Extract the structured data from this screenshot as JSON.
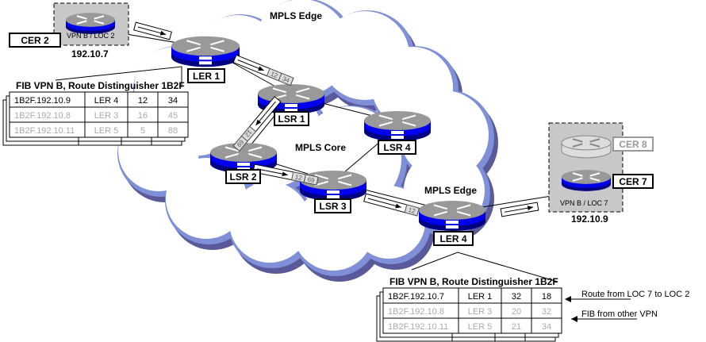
{
  "regions": {
    "edge_top": "MPLS Edge",
    "core": "MPLS Core",
    "edge_right": "MPLS Edge"
  },
  "sites": {
    "left": {
      "label": "VPN B / LOC 2",
      "address": "192.10.7",
      "router": "CER 2"
    },
    "right": {
      "label": "VPN B / LOC 7",
      "address": "192.10.9",
      "router": "CER 7",
      "other_router": "CER 8"
    }
  },
  "routers": {
    "ler1": "LER 1",
    "lsr1": "LSR 1",
    "lsr2": "LSR 2",
    "lsr3": "LSR 3",
    "lsr4": "LSR 4",
    "ler4": "LER 4"
  },
  "labels_on_path": {
    "ler1_lsr1": [
      "12",
      "34"
    ],
    "lsr1_lsr2": [
      "12",
      "69"
    ],
    "lsr2_lsr3": [
      "12",
      "69"
    ],
    "lsr3_ler4": [
      "12"
    ]
  },
  "fib_left": {
    "title": "FIB VPN B, Route Distinguisher 1B2F",
    "rows": [
      [
        "1B2F.192.10.9",
        "LER 4",
        "12",
        "34"
      ],
      [
        "1B2F.192.10.8",
        "LER 3",
        "16",
        "45"
      ],
      [
        "1B2F.192.10.11",
        "LER 5",
        "5",
        "88"
      ]
    ]
  },
  "fib_right": {
    "title": "FIB VPN B, Route Distinguisher 1B2F",
    "rows": [
      [
        "1B2F.192.10.7",
        "LER 1",
        "32",
        "18"
      ],
      [
        "1B2F.192.10.8",
        "LER 3",
        "20",
        "32"
      ],
      [
        "1B2F.192.10.11",
        "LER 5",
        "21",
        "34"
      ]
    ]
  },
  "annotations": {
    "route": "Route from LOC 7 to LOC 2",
    "other": "FIB from other VPN"
  },
  "colors": {
    "router_blue": "#0000ee",
    "router_dark": "#000080",
    "router_top": "#999999",
    "cloud": "#5a5a9a",
    "cloud_light": "#7f8fd8"
  }
}
